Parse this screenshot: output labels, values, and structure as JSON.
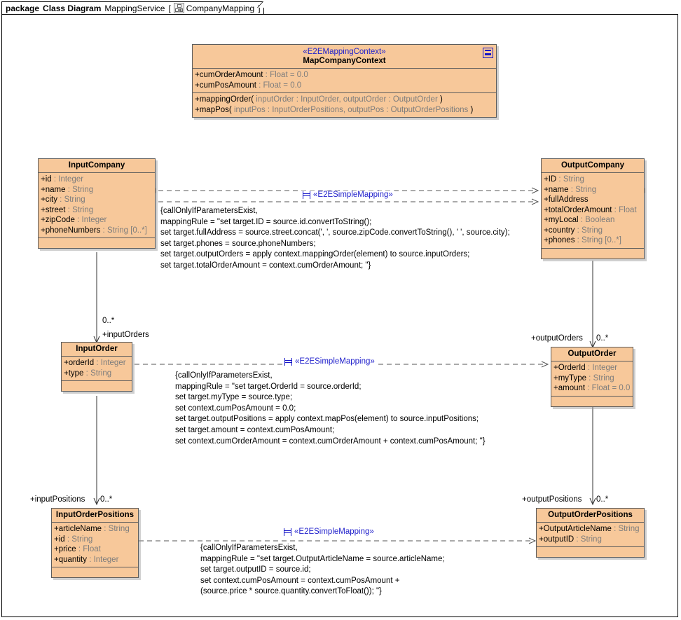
{
  "frame": {
    "keyword": "package",
    "kind": "Class Diagram",
    "diagram_name": "MappingService",
    "bracket_open": "[",
    "icon": "diagram-icon",
    "context_name": "CompanyMapping",
    "bracket_close": "]"
  },
  "colors": {
    "class_fill": "#f7c89a",
    "class_border": "#5c5c5c",
    "stereotype_blue": "#2222cc",
    "type_gray": "#7d7d7d",
    "page_bg": "#ffffff"
  },
  "classes": {
    "context": {
      "stereotype": "«E2EMappingContext»",
      "name": "MapCompanyContext",
      "icon": "context-table-icon",
      "attributes": [
        {
          "vis": "+",
          "name": "cumOrderAmount",
          "sep": " : ",
          "type": "Float",
          "assign": " = ",
          "value": "0.0"
        },
        {
          "vis": "+",
          "name": "cumPosAmount",
          "sep": " : ",
          "type": "Float",
          "assign": " = ",
          "value": "0.0"
        }
      ],
      "operations": [
        {
          "vis": "+",
          "name": "mappingOrder( ",
          "params": "inputOrder : InputOrder, outputOrder : OutputOrder",
          "close": " )"
        },
        {
          "vis": "+",
          "name": "mapPos( ",
          "params": "inputPos : InputOrderPositions, outputPos : OutputOrderPositions",
          "close": " )"
        }
      ]
    },
    "input_company": {
      "name": "InputCompany",
      "attributes": [
        {
          "vis": "+",
          "name": "id",
          "sep": " : ",
          "type": "Integer"
        },
        {
          "vis": "+",
          "name": "name",
          "sep": " : ",
          "type": "String"
        },
        {
          "vis": "+",
          "name": "city",
          "sep": " : ",
          "type": "String"
        },
        {
          "vis": "+",
          "name": "street",
          "sep": " : ",
          "type": "String"
        },
        {
          "vis": "+",
          "name": "zipCode",
          "sep": " : ",
          "type": "Integer"
        },
        {
          "vis": "+",
          "name": "phoneNumbers",
          "sep": " : ",
          "type": "String [0..*]"
        }
      ]
    },
    "output_company": {
      "name": "OutputCompany",
      "attributes": [
        {
          "vis": "+",
          "name": "ID",
          "sep": " : ",
          "type": "String"
        },
        {
          "vis": "+",
          "name": "name",
          "sep": " : ",
          "type": "String"
        },
        {
          "vis": "+",
          "name": "fullAddress",
          "sep": "",
          "type": ""
        },
        {
          "vis": "+",
          "name": "totalOrderAmount",
          "sep": " : ",
          "type": "Float"
        },
        {
          "vis": "+",
          "name": "myLocal",
          "sep": " : ",
          "type": "Boolean"
        },
        {
          "vis": "+",
          "name": "country",
          "sep": " : ",
          "type": "String"
        },
        {
          "vis": "+",
          "name": "phones",
          "sep": " : ",
          "type": "String [0..*]"
        }
      ]
    },
    "input_order": {
      "name": "InputOrder",
      "attributes": [
        {
          "vis": "+",
          "name": "orderId",
          "sep": " : ",
          "type": "Integer"
        },
        {
          "vis": "+",
          "name": "type",
          "sep": " : ",
          "type": "String"
        }
      ]
    },
    "output_order": {
      "name": "OutputOrder",
      "attributes": [
        {
          "vis": "+",
          "name": "OrderId",
          "sep": " : ",
          "type": "Integer"
        },
        {
          "vis": "+",
          "name": "myType",
          "sep": " : ",
          "type": "String"
        },
        {
          "vis": "+",
          "name": "amount",
          "sep": " : ",
          "type": "Float",
          "assign": " = ",
          "value": "0.0"
        }
      ]
    },
    "input_positions": {
      "name": "InputOrderPositions",
      "attributes": [
        {
          "vis": "+",
          "name": "articleName",
          "sep": " : ",
          "type": "String"
        },
        {
          "vis": "+",
          "name": "id",
          "sep": " : ",
          "type": "String"
        },
        {
          "vis": "+",
          "name": "price",
          "sep": " : ",
          "type": "Float"
        },
        {
          "vis": "+",
          "name": "quantity",
          "sep": " : ",
          "type": "Integer"
        }
      ]
    },
    "output_positions": {
      "name": "OutputOrderPositions",
      "attributes": [
        {
          "vis": "+",
          "name": "OutputArticleName",
          "sep": " : ",
          "type": "String"
        },
        {
          "vis": "+",
          "name": "outputID",
          "sep": " : ",
          "type": "String"
        }
      ]
    }
  },
  "dependencies": {
    "company": {
      "stereotype": "«E2ESimpleMapping»"
    },
    "order": {
      "stereotype": "«E2ESimpleMapping»"
    },
    "positions": {
      "stereotype": "«E2ESimpleMapping»"
    }
  },
  "constraints": {
    "company": [
      "{callOnlyIfParametersExist,",
      "mappingRule = \"set target.ID = source.id.convertToString();",
      "set target.fullAddress = source.street.concat(', ', source.zipCode.convertToString(), ' ', source.city);",
      "set target.phones = source.phoneNumbers;",
      "set target.outputOrders = apply context.mappingOrder(element) to source.inputOrders;",
      "set target.totalOrderAmount = context.cumOrderAmount; \"}"
    ],
    "order": [
      "{callOnlyIfParametersExist,",
      "mappingRule = \"set target.OrderId = source.orderId;",
      "set target.myType = source.type;",
      "set context.cumPosAmount = 0.0;",
      "set target.outputPositions = apply context.mapPos(element) to source.inputPositions;",
      "set target.amount = context.cumPosAmount;",
      "set context.cumOrderAmount = context.cumOrderAmount + context.cumPosAmount; \"}"
    ],
    "positions": [
      "{callOnlyIfParametersExist,",
      "mappingRule = \"set target.OutputArticleName = source.articleName;",
      "set target.outputID = source.id;",
      "set context.cumPosAmount = context.cumPosAmount +",
      "(source.price * source.quantity.convertToFloat()); \"}"
    ]
  },
  "associations": {
    "input_orders": {
      "multiplicity": "0..*",
      "role": "+inputOrders"
    },
    "output_orders": {
      "role": "+outputOrders",
      "multiplicity": "0..*"
    },
    "input_positions": {
      "role": "+inputPositions",
      "multiplicity": "0..*"
    },
    "output_positions": {
      "role": "+outputPositions",
      "multiplicity": "0..*"
    }
  }
}
